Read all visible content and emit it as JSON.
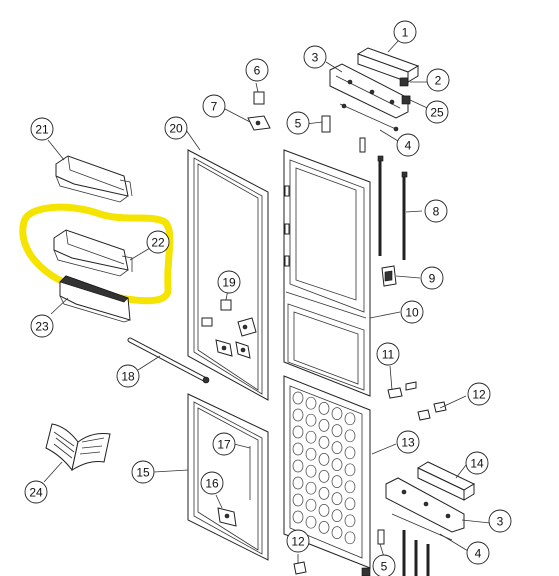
{
  "callouts": [
    {
      "id": "1",
      "label": "1"
    },
    {
      "id": "2",
      "label": "2"
    },
    {
      "id": "3a",
      "label": "3"
    },
    {
      "id": "3b",
      "label": "3"
    },
    {
      "id": "4a",
      "label": "4"
    },
    {
      "id": "4b",
      "label": "4"
    },
    {
      "id": "5a",
      "label": "5"
    },
    {
      "id": "5b",
      "label": "5"
    },
    {
      "id": "6",
      "label": "6"
    },
    {
      "id": "7",
      "label": "7"
    },
    {
      "id": "8",
      "label": "8"
    },
    {
      "id": "9",
      "label": "9"
    },
    {
      "id": "10",
      "label": "10"
    },
    {
      "id": "11",
      "label": "11"
    },
    {
      "id": "12a",
      "label": "12"
    },
    {
      "id": "12b",
      "label": "12"
    },
    {
      "id": "13",
      "label": "13"
    },
    {
      "id": "14",
      "label": "14"
    },
    {
      "id": "15",
      "label": "15"
    },
    {
      "id": "16",
      "label": "16"
    },
    {
      "id": "17",
      "label": "17"
    },
    {
      "id": "18",
      "label": "18"
    },
    {
      "id": "19",
      "label": "19"
    },
    {
      "id": "20",
      "label": "20"
    },
    {
      "id": "21",
      "label": "21"
    },
    {
      "id": "22",
      "label": "22"
    },
    {
      "id": "23",
      "label": "23"
    },
    {
      "id": "24",
      "label": "24"
    },
    {
      "id": "25",
      "label": "25"
    }
  ],
  "highlight": {
    "color": "#f5e400",
    "target": "22"
  },
  "colors": {
    "line": "#222222",
    "background": "#ffffff"
  }
}
